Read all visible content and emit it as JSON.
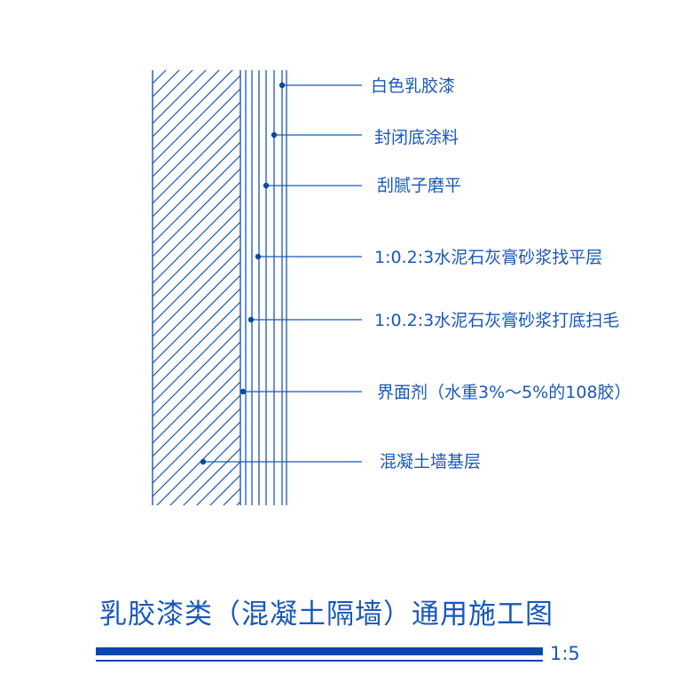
{
  "colors": {
    "line": "#1858b8",
    "dot": "#0a48a8",
    "background": "#ffffff"
  },
  "layers": [
    {
      "label": "白色乳胶漆"
    },
    {
      "label": "封闭底涂料"
    },
    {
      "label": "刮腻子磨平"
    },
    {
      "label": "1:0.2:3水泥石灰膏砂浆找平层"
    },
    {
      "label": "1:0.2:3水泥石灰膏砂浆打底扫毛"
    },
    {
      "label": "界面剂（水重3%～5%的108胶）"
    },
    {
      "label": "混凝土墙基层"
    }
  ],
  "title": "乳胶漆类（混凝土隔墙）通用施工图",
  "scale": "1:5"
}
